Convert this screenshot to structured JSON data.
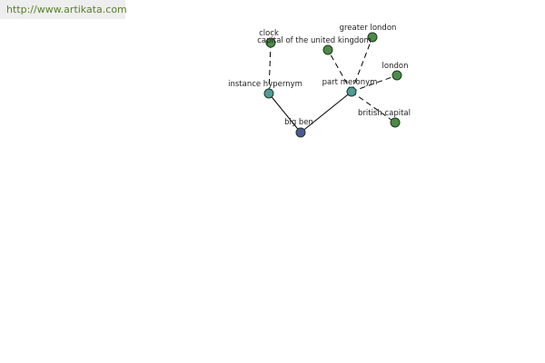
{
  "source_link": "http://www.artikata.com",
  "colors": {
    "root": "#4f569a",
    "relation": "#4f9c9a",
    "leaf": "#4c8a48"
  },
  "nodes": {
    "big_ben": "big ben",
    "instance_hypernym": "instance hypernym",
    "part_meronym": "part meronym",
    "clock": "clock",
    "capital_uk": "capital of the united kingdom",
    "greater_london": "greater london",
    "london": "london",
    "british_capital": "british capital"
  }
}
